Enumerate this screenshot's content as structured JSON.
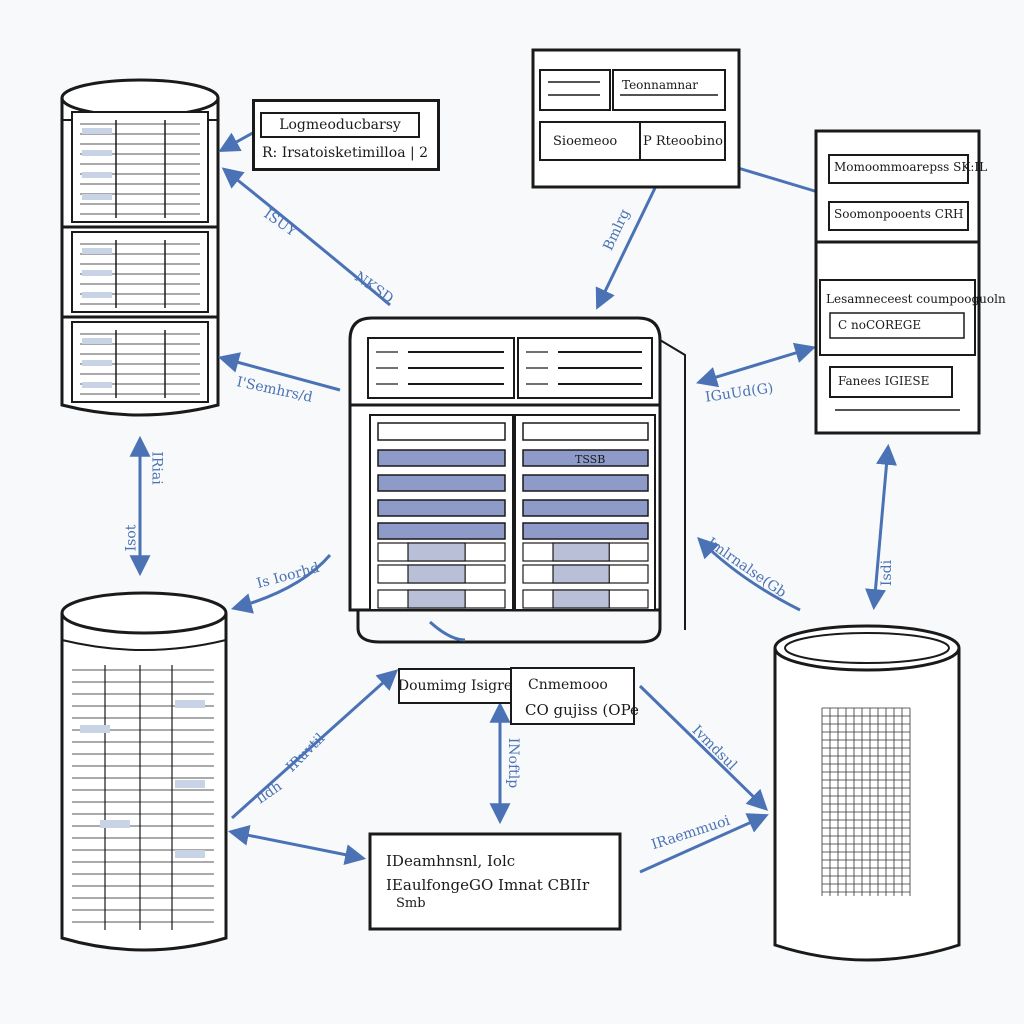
{
  "colors": {
    "stroke": "#1a1a1a",
    "accent": "#4a72b5",
    "highlight": "#8e9bc9",
    "cell": "#b9bfd6",
    "background": "#f8f9fa"
  },
  "icons": {
    "top_left_db": "database-cylinder-icon",
    "bottom_left_db": "database-cylinder-icon",
    "bottom_right_db": "database-cylinder-icon"
  },
  "labels": {
    "top_left_label_line1": "Logmeoducbarsy",
    "top_left_label_line2": "R: Irsatoisketimilloa | 2",
    "top_center_row1": "Teonnamnar",
    "top_center_row2": "Sioemeoo",
    "top_center_row2b": "P Rteoobino",
    "right_panel_row1": "Momoommoarepss SK:IL",
    "right_panel_row2": "Soomonpooents CRH",
    "right_panel_row3": "Lesamneceest coumpooguoln",
    "right_panel_row4": "C noCOREGE",
    "right_panel_row5": "Fanees IGIESE",
    "bottom_center_label1": "Doumimg Isigre",
    "bottom_center_label2": "Cnmemooo",
    "bottom_center_label3": "CO gujiss (OPe",
    "bottom_box_line1": "IDeamhnsnl, Iolc",
    "bottom_box_line2": "IEaulfongeGO Imnat CBIIr",
    "bottom_box_line3": "Smb",
    "center_table_cell": "TSSB"
  },
  "arrow_labels": {
    "a1": "ISUY",
    "a2": "NKSD",
    "a3": "Bmlrg",
    "a4": "I'Semhrs/d",
    "a5": "IRiai",
    "a6": "Isot",
    "a7": "Is Ioorhd",
    "a8": "IGuUd(G)",
    "a9": "Imlrnalse(Gb",
    "a10": "Isdi",
    "a11": "IRuvtil",
    "a12": "INoftlp",
    "a13": "Ivmdsul",
    "a14": "Ildh",
    "a15": "IRaemmuoi"
  }
}
